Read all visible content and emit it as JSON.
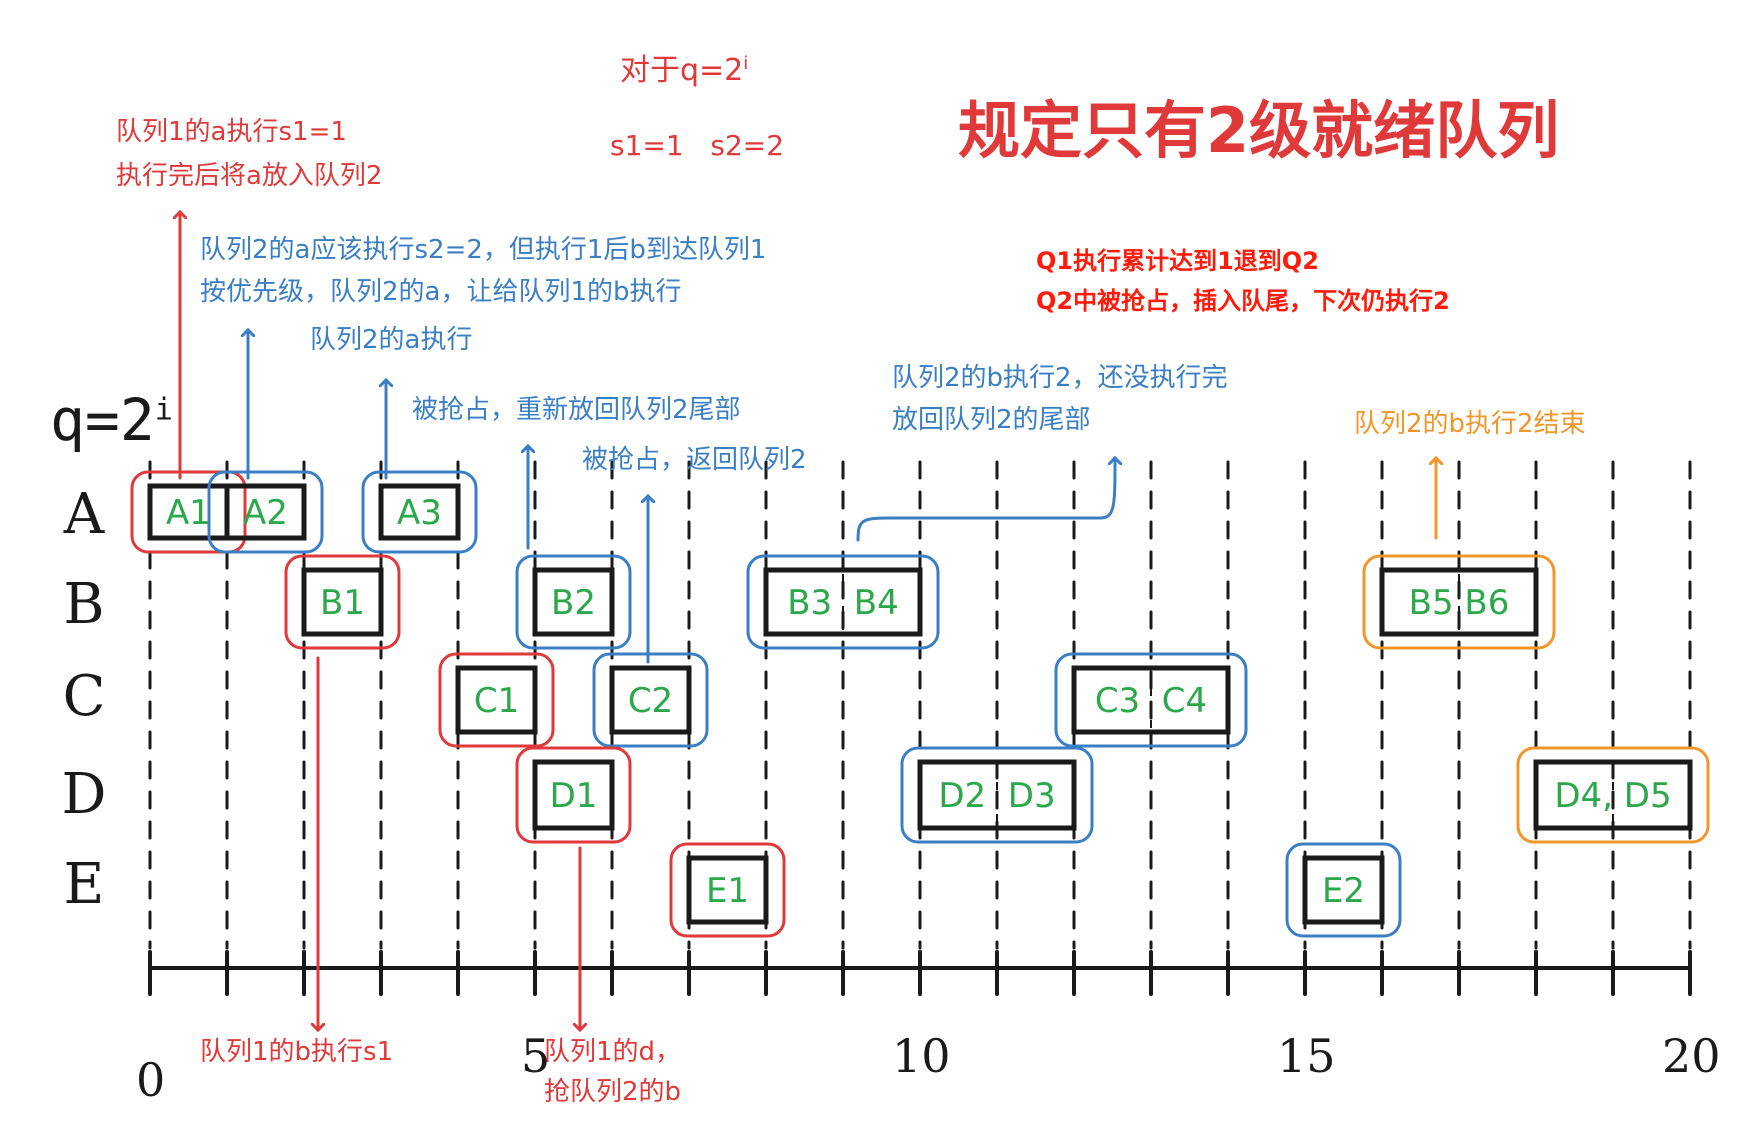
{
  "title": "规定只有2级就绪队列",
  "header": {
    "q_formula": "对于q=2",
    "q_formula_sup": "i",
    "s_values": "s1=1   s2=2",
    "q_axis_label": "q=2",
    "q_axis_sup": "i"
  },
  "rules": {
    "line1": "Q1执行累计达到1退到Q2",
    "line2": "Q2中被抢占，插入队尾，下次仍执行2"
  },
  "rows": [
    "A",
    "B",
    "C",
    "D",
    "E"
  ],
  "ticks": [
    "0",
    "5",
    "10",
    "15",
    "20"
  ],
  "annotations": {
    "a1_line1": "队列1的a执行s1=1",
    "a1_line2": "执行完后将a放入队列2",
    "a2_line1": "队列2的a应该执行s2=2，但执行1后b到达队列1",
    "a2_line2": "按优先级，队列2的a，让给队列1的b执行",
    "a3": "队列2的a执行",
    "b2": "被抢占，重新放回队列2尾部",
    "c2": "被抢占，返回队列2",
    "b34_line1": "队列2的b执行2，还没执行完",
    "b34_line2": "放回队列2的尾部",
    "b56": "队列2的b执行2结束",
    "b1": "队列1的b执行s1",
    "d1_line1": "队列1的d，",
    "d1_line2": "抢队列2的b"
  },
  "blocks": [
    {
      "id": "A1",
      "label": "A1"
    },
    {
      "id": "A2",
      "label": "A2"
    },
    {
      "id": "A3",
      "label": "A3"
    },
    {
      "id": "B1",
      "label": "B1"
    },
    {
      "id": "B2",
      "label": "B2"
    },
    {
      "id": "B3B4",
      "label": "B3  B4"
    },
    {
      "id": "B5B6",
      "label": "B5 B6"
    },
    {
      "id": "C1",
      "label": "C1"
    },
    {
      "id": "C2",
      "label": "C2"
    },
    {
      "id": "C3C4",
      "label": "C3  C4"
    },
    {
      "id": "D1",
      "label": "D1"
    },
    {
      "id": "D2D3",
      "label": "D2  D3"
    },
    {
      "id": "D4D5",
      "label": "D4, D5"
    },
    {
      "id": "E1",
      "label": "E1"
    },
    {
      "id": "E2",
      "label": "E2"
    }
  ],
  "colors": {
    "queue1": "#e0393a",
    "queue2": "#3a7fc4",
    "finished": "#f0962a",
    "process_text": "#2aa84a",
    "ink": "#1a1a1a"
  }
}
